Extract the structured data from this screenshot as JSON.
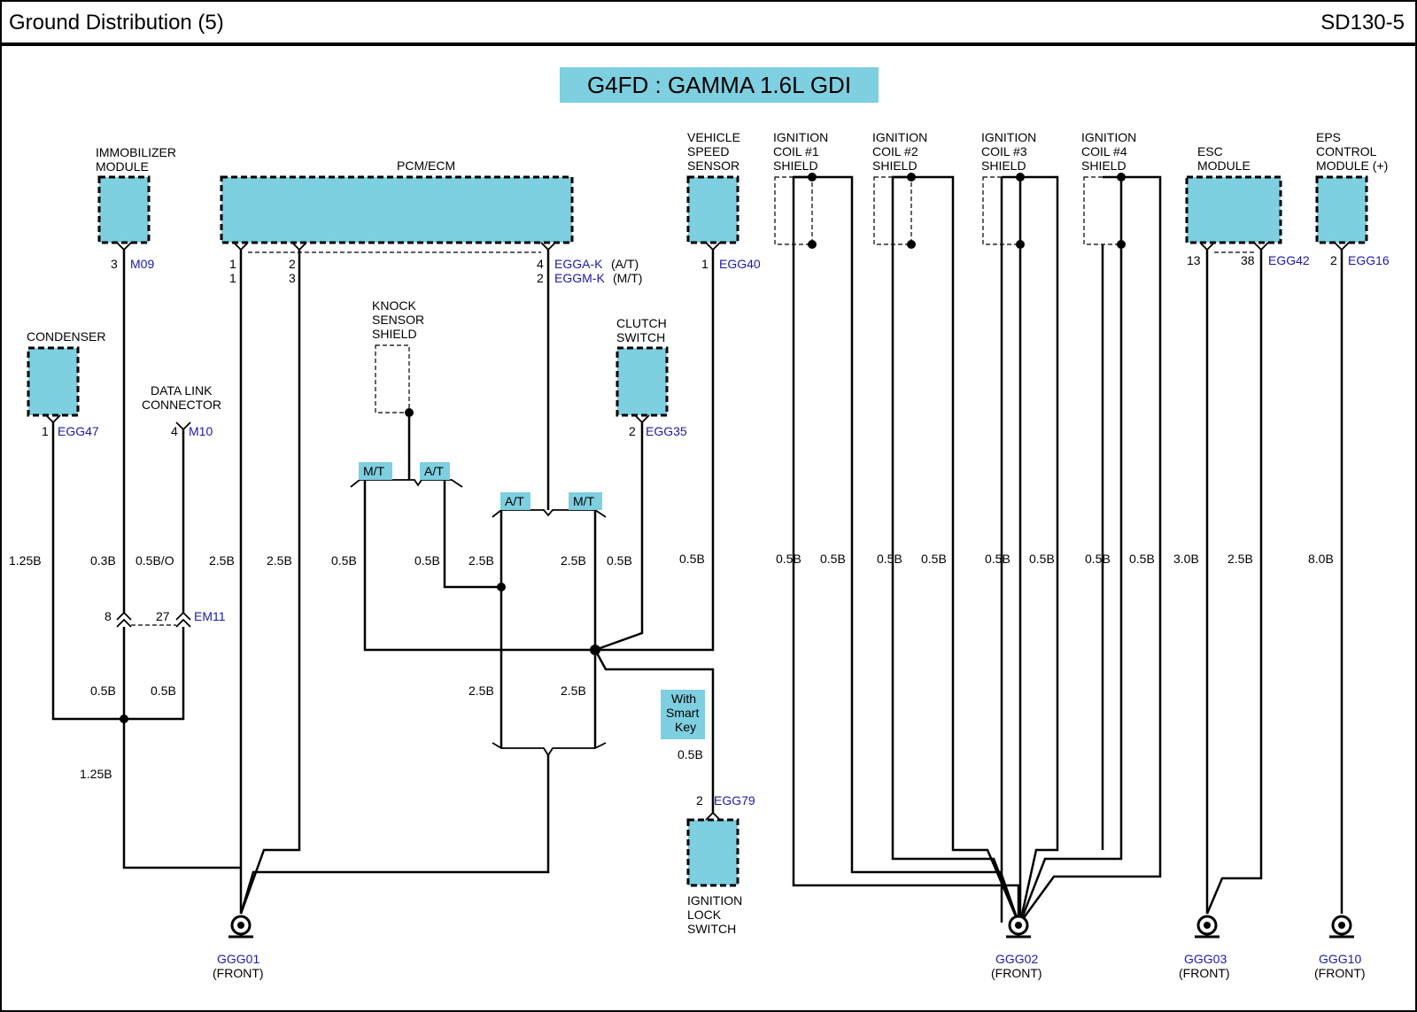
{
  "header": {
    "title": "Ground Distribution (5)",
    "code": "SD130-5"
  },
  "engine": "G4FD : GAMMA 1.6L GDI",
  "components": {
    "immobilizer": [
      "IMMOBILIZER",
      "MODULE"
    ],
    "pcm": "PCM/ECM",
    "vss": [
      "VEHICLE",
      "SPEED",
      "SENSOR"
    ],
    "coil1": [
      "IGNITION",
      "COIL #1",
      "SHIELD"
    ],
    "coil2": [
      "IGNITION",
      "COIL #2",
      "SHIELD"
    ],
    "coil3": [
      "IGNITION",
      "COIL #3",
      "SHIELD"
    ],
    "coil4": [
      "IGNITION",
      "COIL #4",
      "SHIELD"
    ],
    "esc": [
      "ESC",
      "MODULE"
    ],
    "eps": [
      "EPS",
      "CONTROL",
      "MODULE (+)"
    ],
    "condenser": "CONDENSER",
    "dlc": [
      "DATA LINK",
      "CONNECTOR"
    ],
    "knock": [
      "KNOCK",
      "SENSOR",
      "SHIELD"
    ],
    "clutch": [
      "CLUTCH",
      "SWITCH"
    ],
    "ignlock": [
      "IGNITION",
      "LOCK",
      "SWITCH"
    ]
  },
  "connectors": {
    "m09": {
      "pin": "3",
      "id": "M09"
    },
    "pcm": {
      "pin_a_top": "1",
      "pin_a_bottom": "1",
      "pin_b_top": "2",
      "pin_b_bottom": "3",
      "pin_c_top": "4",
      "pin_c_bottom": "2",
      "id_at": "EGGA-K",
      "suffix_at": "(A/T)",
      "id_mt": "EGGM-K",
      "suffix_mt": "(M/T)"
    },
    "egg40": {
      "pin": "1",
      "id": "EGG40"
    },
    "egg42": {
      "pin_a": "13",
      "pin_b": "38",
      "id": "EGG42"
    },
    "egg16": {
      "pin": "2",
      "id": "EGG16"
    },
    "egg47": {
      "pin": "1",
      "id": "EGG47"
    },
    "m10": {
      "pin": "4",
      "id": "M10"
    },
    "egg35": {
      "pin": "2",
      "id": "EGG35"
    },
    "em11": {
      "pin_a": "8",
      "pin_b": "27",
      "id": "EM11"
    },
    "egg79": {
      "pin": "2",
      "id": "EGG79"
    }
  },
  "tags": {
    "mt": "M/T",
    "at": "A/T",
    "smart_key": [
      "With",
      "Smart",
      "Key"
    ]
  },
  "wires": {
    "condenser": "1.25B",
    "immobilizer": "0.3B",
    "dlc": "0.5B/O",
    "pcm1": "2.5B",
    "pcm2": "2.5B",
    "knock_mt": "0.5B",
    "knock_at": "0.5B",
    "pcm_at": "2.5B",
    "pcm_mt": "2.5B",
    "clutch": "0.5B",
    "vss": "0.5B",
    "coil1a": "0.5B",
    "coil1b": "0.5B",
    "coil2a": "0.5B",
    "coil2b": "0.5B",
    "coil3a": "0.5B",
    "coil3b": "0.5B",
    "coil4a": "0.5B",
    "coil4b": "0.5B",
    "esc13": "3.0B",
    "esc38": "2.5B",
    "eps": "8.0B",
    "em11_left": "0.5B",
    "em11_right": "0.5B",
    "lower_at": "2.5B",
    "lower_mt": "2.5B",
    "smart_key": "0.5B",
    "splice_out": "1.25B"
  },
  "grounds": {
    "ggg01": {
      "id": "GGG01",
      "loc": "(FRONT)"
    },
    "ggg02": {
      "id": "GGG02",
      "loc": "(FRONT)"
    },
    "ggg03": {
      "id": "GGG03",
      "loc": "(FRONT)"
    },
    "ggg10": {
      "id": "GGG10",
      "loc": "(FRONT)"
    }
  },
  "colors": {
    "component_fill": "#7ecfe0",
    "connector_text": "#1a1aa8",
    "wire": "#000000"
  }
}
